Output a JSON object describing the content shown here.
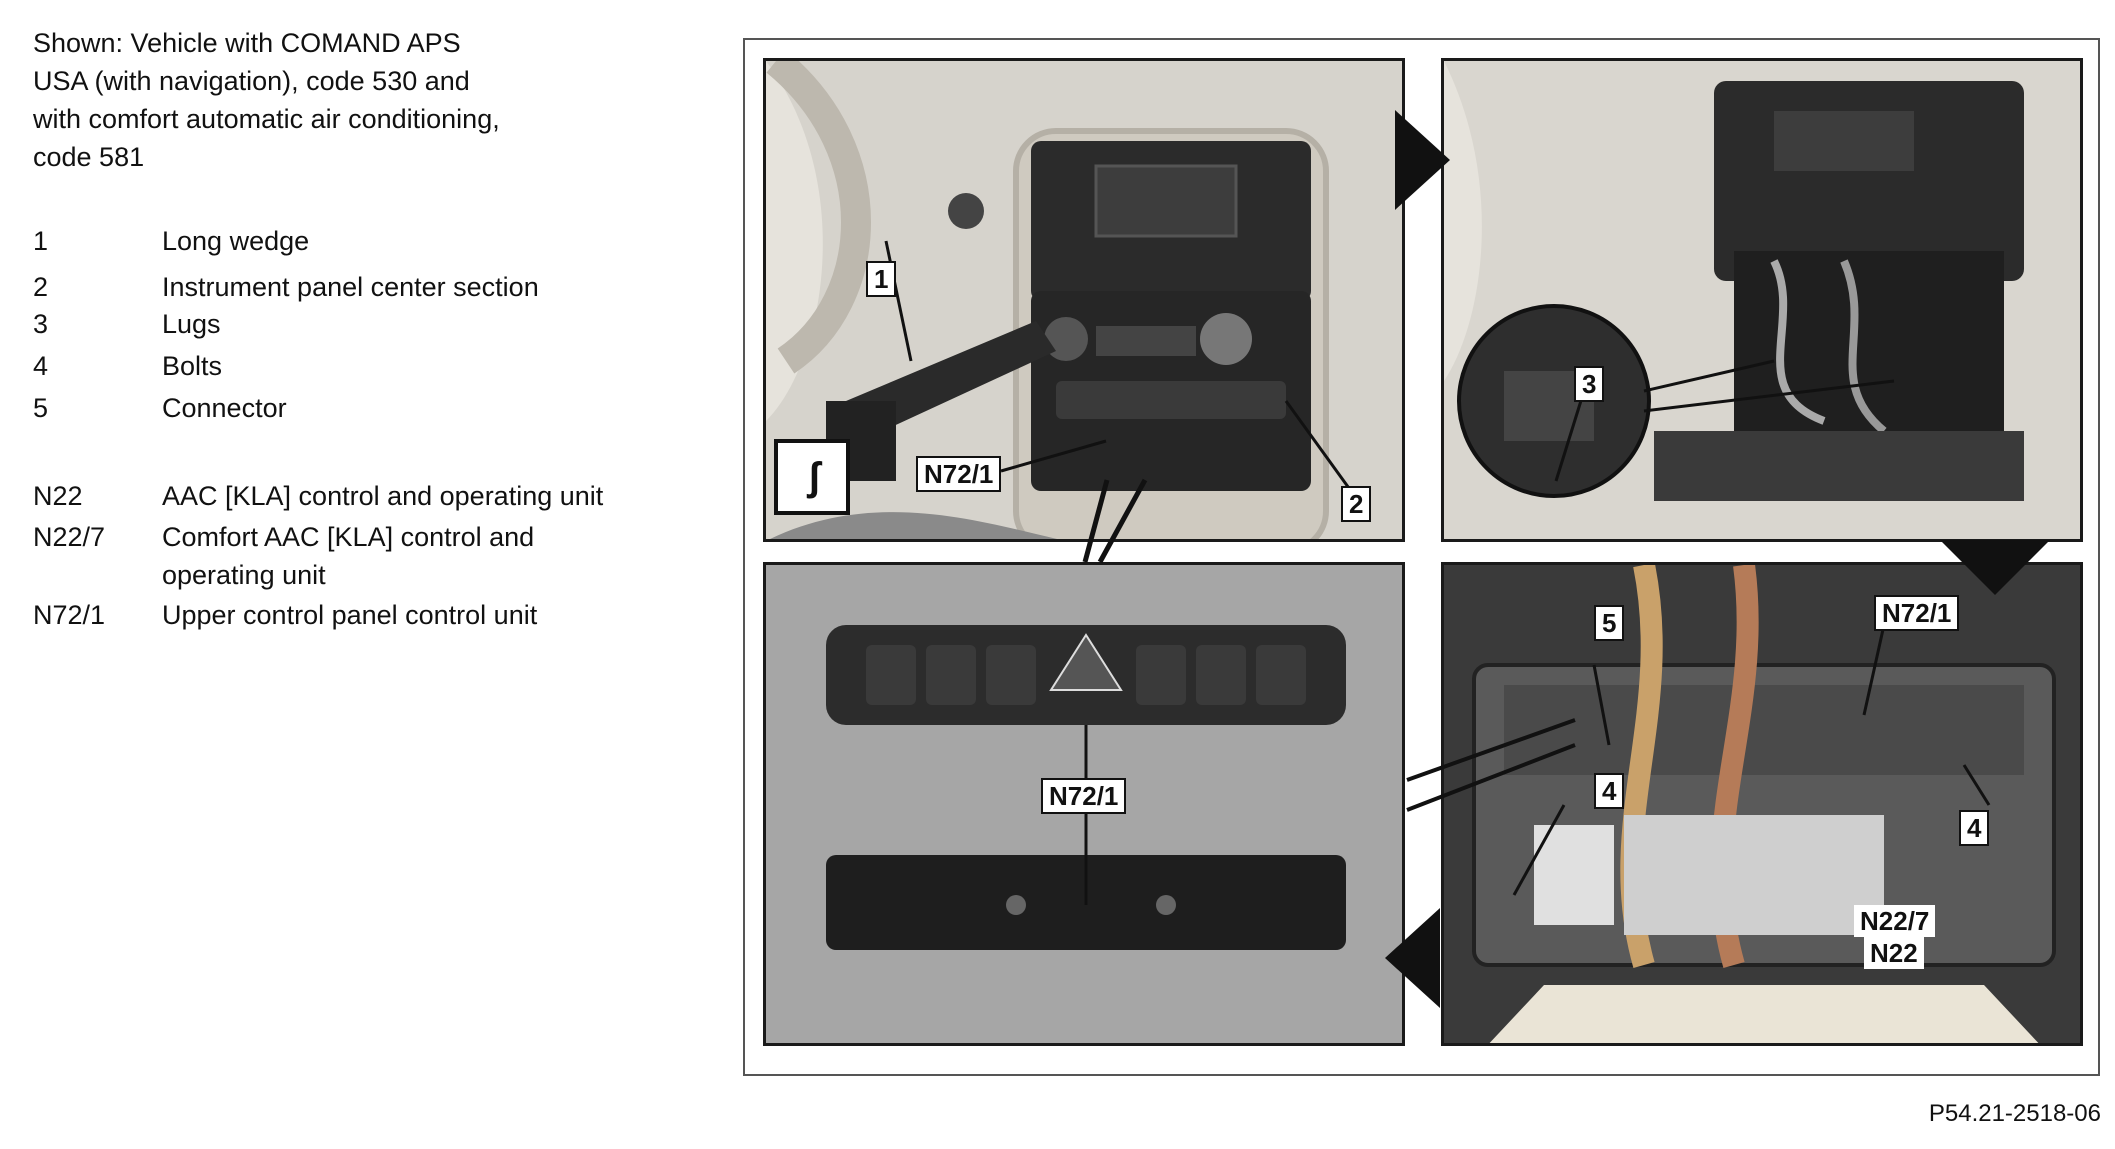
{
  "caption": {
    "lines": [
      "Shown: Vehicle with COMAND APS",
      "USA (with navigation), code 530 and",
      "with comfort automatic air conditioning,",
      "code 581"
    ]
  },
  "legend": [
    {
      "code": "1",
      "desc": "Long wedge"
    },
    {
      "code": "2",
      "desc": "Instrument panel center section"
    },
    {
      "code": "3",
      "desc": "Lugs"
    },
    {
      "code": "4",
      "desc": "Bolts"
    },
    {
      "code": "5",
      "desc": "Connector"
    },
    {
      "code": "N22",
      "desc": "AAC [KLA] control and operating unit"
    },
    {
      "code": "N22/7",
      "desc": "Comfort AAC [KLA] control and operating unit"
    },
    {
      "code": "N72/1",
      "desc": "Upper control panel control unit"
    }
  ],
  "callouts": {
    "tl_1": "1",
    "tl_2": "2",
    "tl_n72": "N72/1",
    "tr_3": "3",
    "bl_n72": "N72/1",
    "br_5": "5",
    "br_n72": "N72/1",
    "br_4a": "4",
    "br_4b": "4",
    "br_n227": "N22/7",
    "br_n22": "N22"
  },
  "figure_ref": "P54.21-2518-06",
  "icons": {
    "tool": "wrench-hook-icon"
  }
}
